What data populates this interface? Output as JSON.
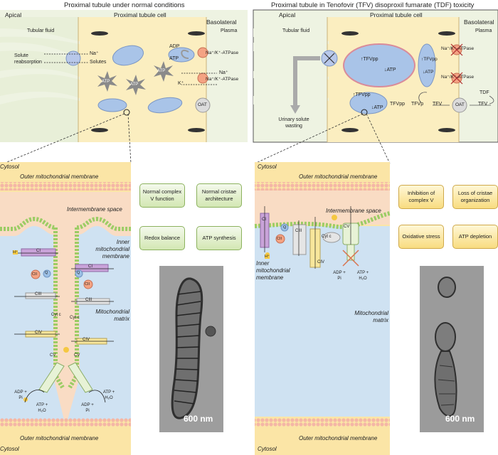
{
  "titles": {
    "left": "Proximal tubule under normal conditions",
    "right": "Proximal tubule in Tenofovir (TFV) disoproxil fumarate (TDF) toxicity"
  },
  "cell_left": {
    "apical": "Apical",
    "tubular_fluid": "Tubular fluid",
    "cell": "Proximal tubule cell",
    "basolateral": "Basolateral",
    "plasma": "Plasma",
    "solute_reabsorption": "Solute reabsorption",
    "na": "Na⁺",
    "solutes": "Solutes",
    "adp": "ADP",
    "atp": "ATP",
    "atpase": "Na⁺/K⁺-ATPase",
    "k": "K⁺",
    "oat": "OAT"
  },
  "cell_right": {
    "apical": "Apical",
    "tubular_fluid": "Tubular fluid",
    "cell": "Proximal tubule cell",
    "basolateral": "Basolateral",
    "plasma": "Plasma",
    "up_tfvpp": "↑TFVpp",
    "down_atp": "↓ATP",
    "tfvpp": "TFVpp",
    "tfvp": "TFVp",
    "tfv": "TFV",
    "tdf": "TDF",
    "oat": "OAT",
    "atpase": "Na⁺/K⁺-ATPase",
    "urinary": "Urinary solute wasting"
  },
  "mito_left": {
    "cytosol": "Cytosol",
    "outer": "Outer mitochondrial membrane",
    "ims": "Intermembrane space",
    "inner": "Inner mitochondrial membrane",
    "matrix": "Mitochondrial matrix",
    "h": "H⁺",
    "ci": "CI",
    "cii": "CII",
    "ciii": "CIII",
    "civ": "CIV",
    "cv": "CV",
    "q": "Q",
    "cytc": "Cyt c",
    "adp_pi": "ADP + Pi",
    "atp_h2o": "ATP + H₂O"
  },
  "mito_right": {
    "cytosol": "Cytosol",
    "outer": "Outer mitochondrial membrane",
    "ims": "Intermembrane space",
    "inner": "Inner mitochondrial membrane",
    "matrix": "Mitochondrial matrix",
    "h": "H⁺",
    "ci": "CI",
    "cii": "CII",
    "ciii": "CIII",
    "civ": "CIV",
    "cv": "CV",
    "q": "Q",
    "cytc": "Cyt c",
    "adp_pi": "ADP + Pi",
    "atp_h2o": "ATP + H₂O"
  },
  "boxes_left": [
    "Normal complex V function",
    "Normal cristae architecture",
    "Redox balance",
    "ATP synthesis"
  ],
  "boxes_right": [
    "Inhibition of complex V",
    "Loss of cristae organization",
    "Oxidative stress",
    "ATP depletion"
  ],
  "scale_bar": "600 nm",
  "colors": {
    "cytosol": "#fbe5a6",
    "ims": "#f9dcc4",
    "matrix": "#cfe2f2",
    "green_bead": "#9ccc65",
    "pink_bead": "#f4b6a6",
    "mito_fill": "#a9c4e8",
    "box_green": "#d3e7b3",
    "box_yellow": "#f8dc80"
  }
}
